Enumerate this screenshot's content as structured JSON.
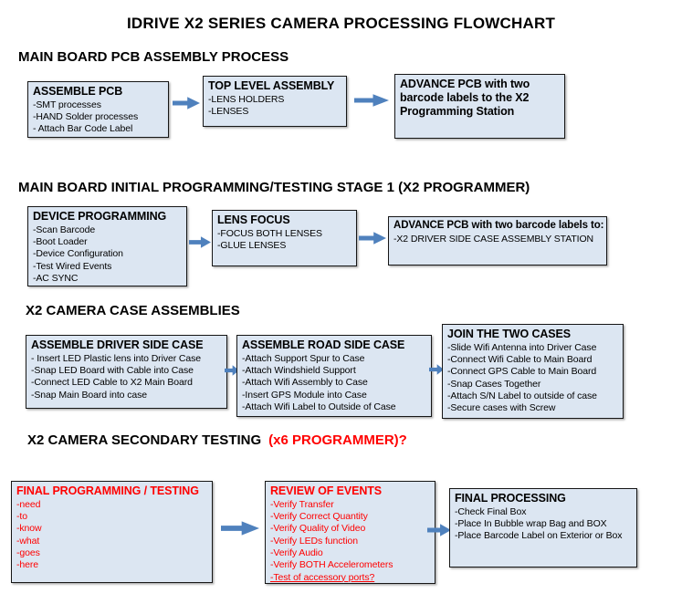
{
  "title": "IDRIVE X2  SERIES CAMERA PROCESSING FLOWCHART",
  "colors": {
    "box_fill": "#dce6f2",
    "box_border": "#161616",
    "arrow_blue": "#4f81bd",
    "alert_red": "#ff0000"
  },
  "sections": [
    {
      "heading": "MAIN BOARD PCB ASSEMBLY PROCESS",
      "boxes": [
        {
          "title": "ASSEMBLE PCB",
          "lines": [
            "-SMT processes",
            "-HAND Solder processes",
            "- Attach Bar Code Label"
          ]
        },
        {
          "title": "TOP LEVEL ASSEMBLY",
          "lines": [
            "-LENS HOLDERS",
            "-LENSES"
          ]
        },
        {
          "title": "ADVANCE PCB with two barcode labels to the X2 Programming Station",
          "lines": []
        }
      ]
    },
    {
      "heading": "MAIN BOARD INITIAL PROGRAMMING/TESTING STAGE 1 (X2 PROGRAMMER)",
      "boxes": [
        {
          "title": "DEVICE PROGRAMMING",
          "lines": [
            "-Scan Barcode",
            "-Boot Loader",
            "-Device Configuration",
            "-Test Wired Events",
            "-AC SYNC"
          ]
        },
        {
          "title": "LENS FOCUS",
          "lines": [
            "-FOCUS BOTH LENSES",
            "-GLUE LENSES"
          ]
        },
        {
          "title": "ADVANCE PCB with two barcode labels to:",
          "lines": [
            "-X2 DRIVER  SIDE  CASE  ASSEMBLY STATION"
          ]
        }
      ]
    },
    {
      "heading": "X2 CAMERA CASE ASSEMBLIES",
      "boxes": [
        {
          "title": "ASSEMBLE DRIVER SIDE CASE",
          "lines": [
            "- Insert LED Plastic lens into Driver Case",
            "-Snap LED Board with Cable into Case",
            "-Connect LED Cable to X2 Main Board",
            "-Snap Main Board into case"
          ]
        },
        {
          "title": "ASSEMBLE ROAD SIDE CASE",
          "lines": [
            "-Attach Support Spur to Case",
            "-Attach Windshield Support",
            "-Attach Wifi Assembly to Case",
            "-Insert GPS Module into Case",
            "-Attach Wifi Label to Outside of Case"
          ]
        },
        {
          "title": "JOIN THE TWO CASES",
          "lines": [
            "-Slide Wifi Antenna into Driver Case",
            "-Connect Wifi Cable to Main Board",
            "-Connect GPS Cable to Main Board",
            "-Snap Cases Together",
            "-Attach S/N Label to outside of case",
            "-Secure cases with Screw"
          ]
        }
      ]
    },
    {
      "heading": "X2 CAMERA SECONDARY TESTING",
      "heading_suffix": "(x6 PROGRAMMER)?",
      "boxes": [
        {
          "title": "FINAL PROGRAMMING / TESTING",
          "lines": [
            "-need",
            "-to",
            "-know",
            "-what",
            "-goes",
            "-here"
          ]
        },
        {
          "title": "REVIEW OF EVENTS",
          "lines": [
            "-Verify Transfer",
            "-Verify Correct Quantity",
            "-Verify Quality of Video",
            "-Verify LEDs function",
            "-Verify Audio",
            "-Verify BOTH Accelerometers",
            "-Test of accessory ports?"
          ]
        },
        {
          "title": "FINAL PROCESSING",
          "lines": [
            "-Check Final Box",
            "-Place In Bubble wrap Bag and BOX",
            "-Place Barcode Label on Exterior or Box"
          ]
        }
      ]
    }
  ]
}
